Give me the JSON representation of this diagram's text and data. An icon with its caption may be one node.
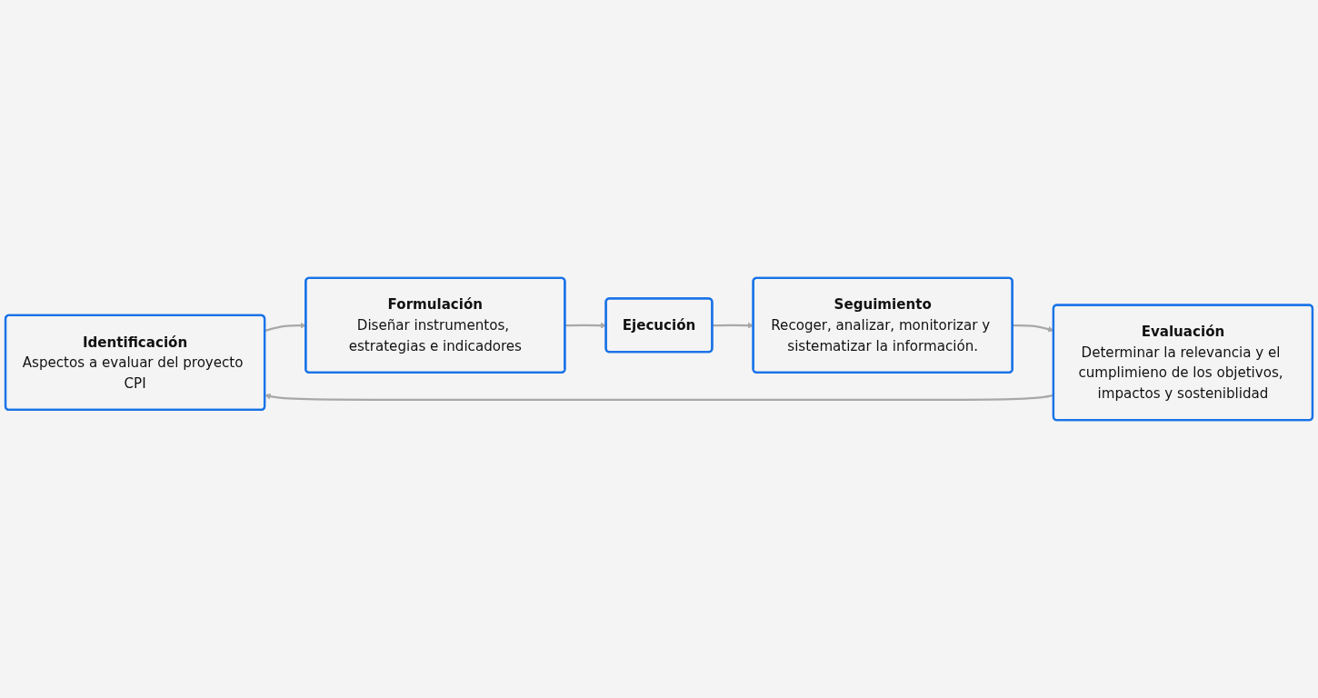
{
  "diagram": {
    "nodes": [
      {
        "text": [
          "Identificación",
          "Aspectos a evaluar del proyecto CPI"
        ]
      },
      {
        "text": [
          "Formulación",
          "Diseñar instrumentos, estrategias e indicadores"
        ]
      },
      {
        "text": [
          "Ejecución"
        ]
      },
      {
        "text": [
          "Seguimiento",
          "Recoger, analizar, monitorizar y sistematizar la información."
        ]
      },
      {
        "text": [
          "Evaluación",
          "Determinar la relevancia y el cumplimieno de los objetivos, impactos y sosteniblidad"
        ]
      }
    ],
    "edges": [
      {
        "from": 0,
        "to": 1,
        "arrow": "to"
      },
      {
        "from": 1,
        "to": 2,
        "arrow": "to"
      },
      {
        "from": 2,
        "to": 3,
        "arrow": "to"
      },
      {
        "from": 3,
        "to": 4,
        "arrow": "to"
      },
      {
        "from": 4,
        "to": 0,
        "arrow": "to"
      }
    ]
  }
}
